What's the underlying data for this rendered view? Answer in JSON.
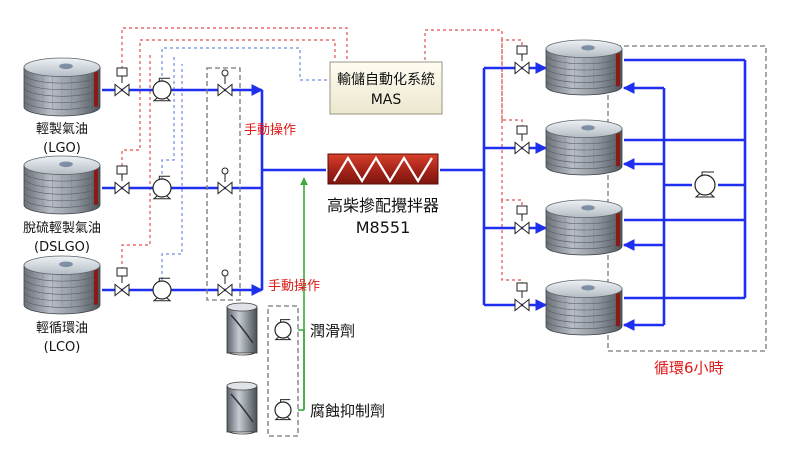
{
  "source_tanks": [
    {
      "name": "輕製氣油",
      "code": "(LGO)"
    },
    {
      "name": "脫硫輕製氣油",
      "code": "(DSLGO)"
    },
    {
      "name": "輕循環油",
      "code": "(LCO)"
    }
  ],
  "control_system": {
    "line1": "輸儲自動化系統",
    "line2": "MAS"
  },
  "mixer": {
    "line1": "高柴摻配攪拌器",
    "line2": "M8551"
  },
  "manual_operation_label": "手動操作",
  "additives": [
    {
      "name": "潤滑劑"
    },
    {
      "name": "腐蝕抑制劑"
    }
  ],
  "recirculation_label": "循環6小時",
  "colors": {
    "pipe": "#1f2ff0",
    "signal_red": "#e05050",
    "signal_blue": "#6f8fe0",
    "additive_line": "#3caa3c",
    "label_red": "#e01818",
    "mixer": "#b0281c",
    "dashed_box": "#777777"
  }
}
